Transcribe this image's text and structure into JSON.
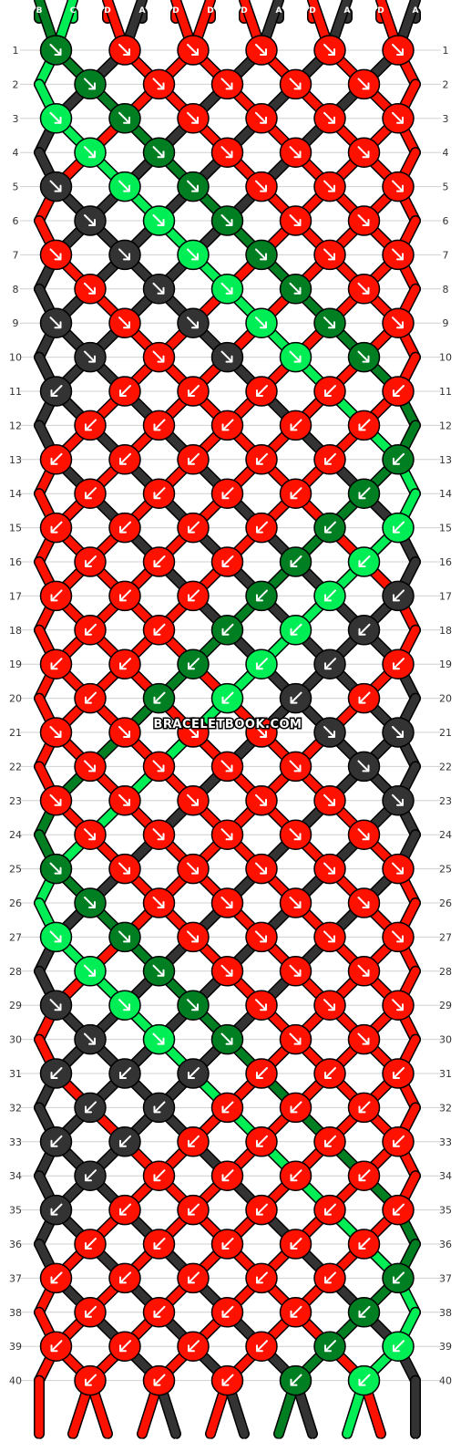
{
  "pattern": {
    "watermark": "BRACELETBOOK.COM",
    "strings": [
      "B",
      "C",
      "D",
      "A",
      "D",
      "D",
      "D",
      "A",
      "D",
      "A",
      "D",
      "A"
    ],
    "colors": {
      "A": "#333333",
      "B": "#007f22",
      "C": "#00ee55",
      "D": "#ff1100"
    },
    "rows": 40,
    "knot_icon": "arrow-icon"
  }
}
